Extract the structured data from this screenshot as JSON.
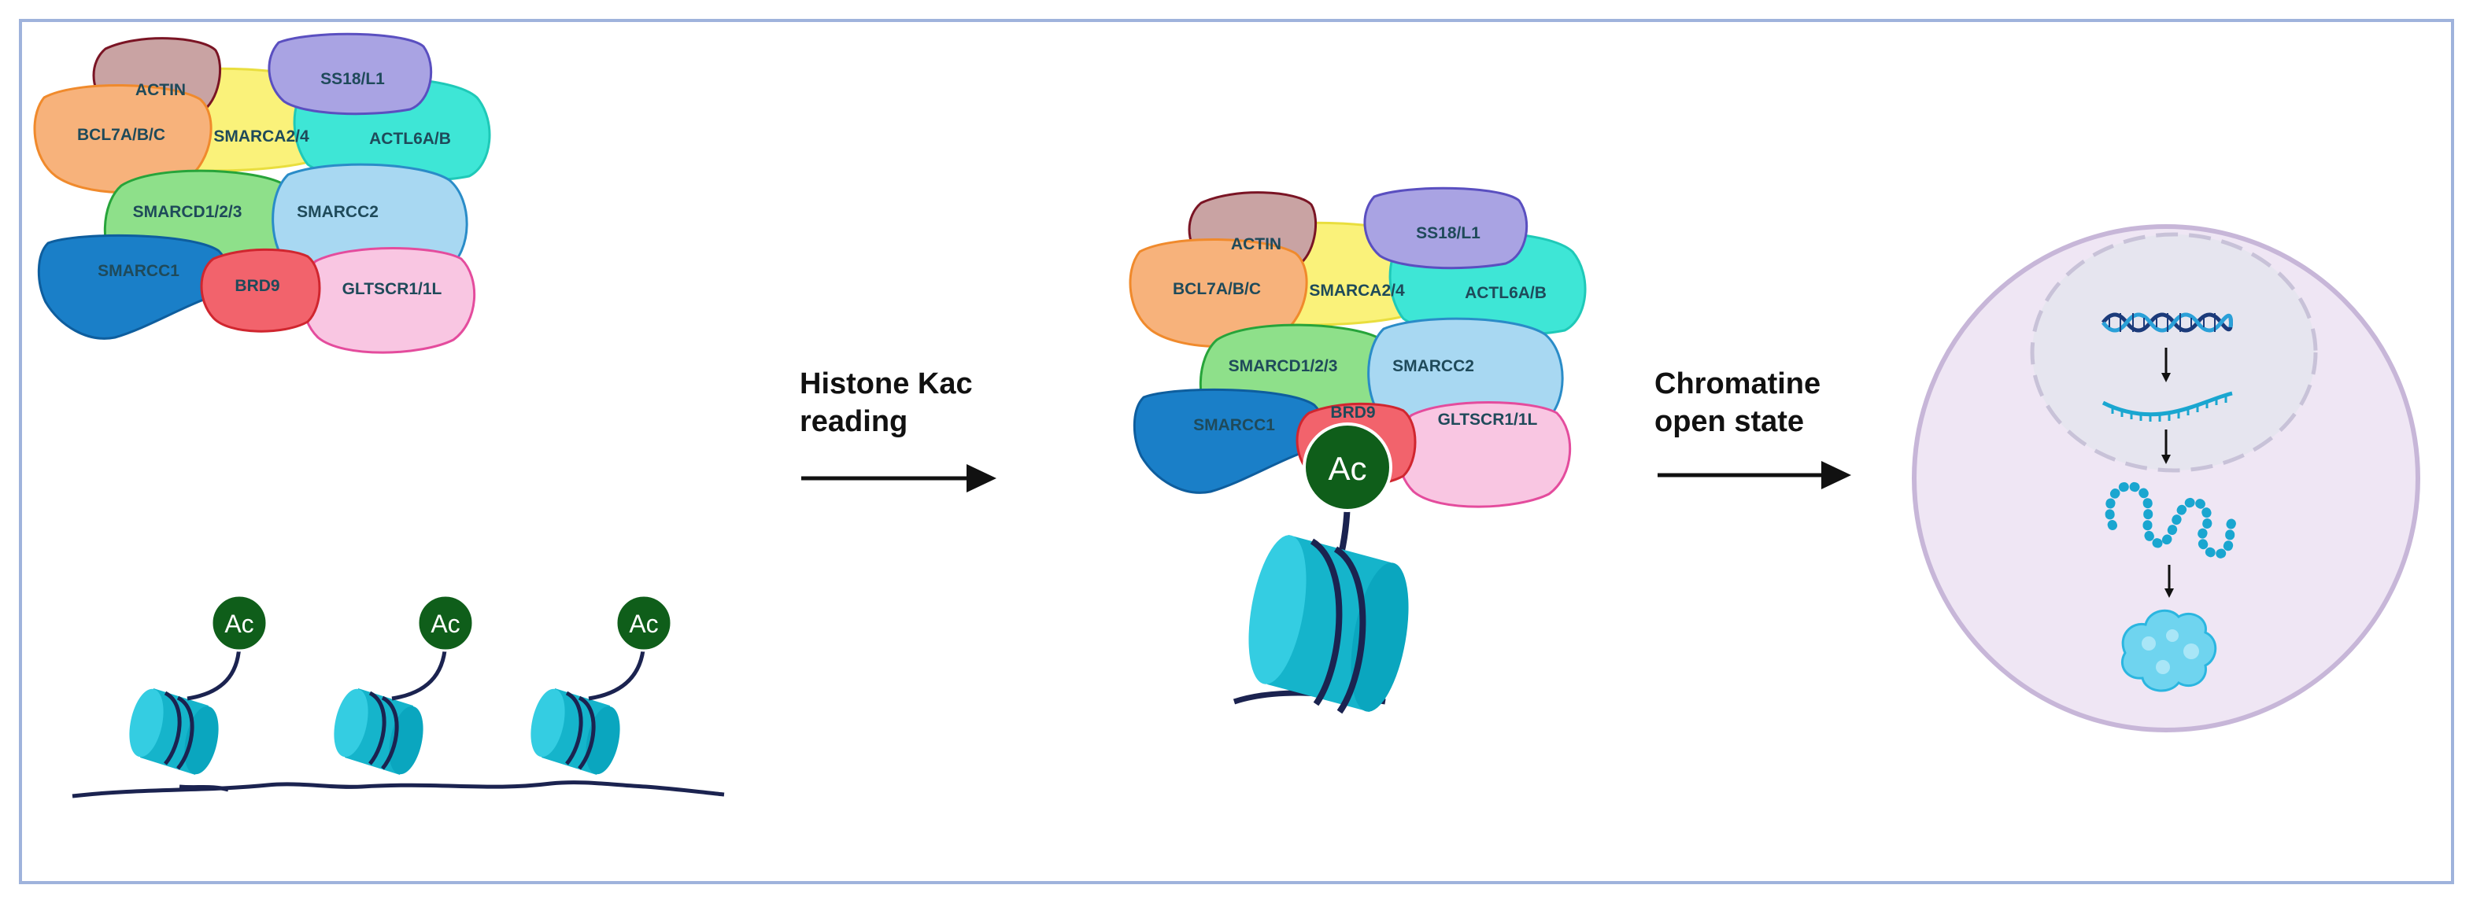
{
  "proteins": {
    "actin": "ACTIN",
    "ss18": "SS18/L1",
    "bcl7": "BCL7A/B/C",
    "smarca": "SMARCA2/4",
    "actl6": "ACTL6A/B",
    "smarcd": "SMARCD1/2/3",
    "smarcc2": "SMARCC2",
    "smarcc1": "SMARCC1",
    "brd9": "BRD9",
    "gltscr": "GLTSCR1/1L"
  },
  "acetyl_label": "Ac",
  "step1": {
    "line1": "Histone Kac",
    "line2": "reading"
  },
  "step2": {
    "line1": "Chromatine",
    "line2": "open state"
  },
  "colors": {
    "actin": "#c9a3a3",
    "ss18": "#a9a3e3",
    "bcl7": "#f7b27b",
    "smarca": "#faf27a",
    "actl6": "#3ee6d6",
    "smarcd": "#8ee08a",
    "smarcc2": "#a8d8f2",
    "smarcc1": "#1a7fc8",
    "brd9": "#f2636c",
    "gltscr": "#f9c6e2",
    "acetyl": "#0f5e1a",
    "nucleosome": "#16b7cf",
    "dna": "#1b2350",
    "cell": "#efe6f4",
    "nucleus": "#e6e5ef",
    "frame": "#9fb3dc"
  }
}
